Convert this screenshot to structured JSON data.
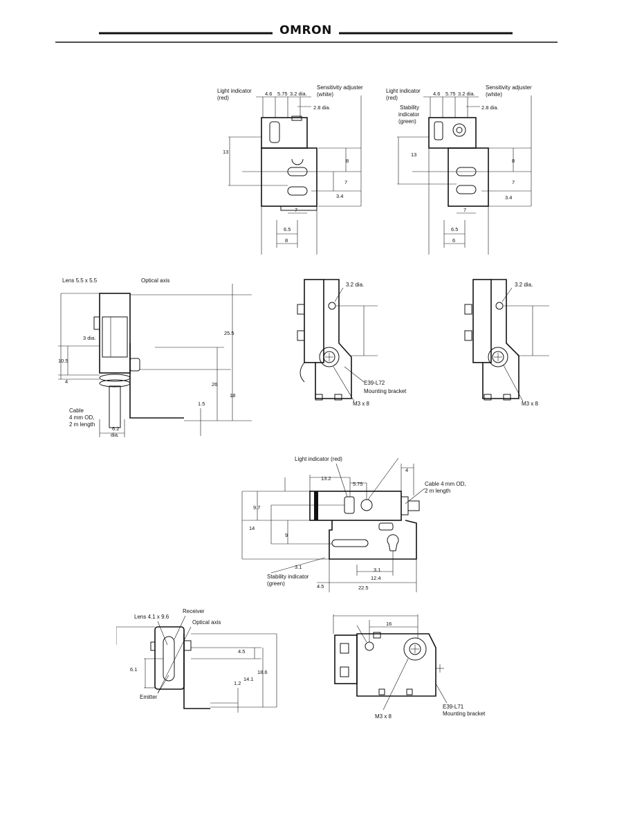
{
  "header": {
    "logo": "OMRON"
  },
  "drawing1": {
    "labels": {
      "light_indicator": "Light indicator",
      "light_indicator_color": "(red)",
      "sens_adj": "Sensitivity adjuster",
      "sens_adj_color": "(white)",
      "d46": "4.6",
      "d575": "5.75",
      "d32": "3.2 dia.",
      "d28": "2.8 dia.",
      "d13": "13",
      "d8": "8",
      "d7": "7",
      "d34": "3.4",
      "d7b": "7",
      "d65": "6.5",
      "d8b": "8"
    }
  },
  "drawing2": {
    "labels": {
      "light_indicator": "Light indicator",
      "light_indicator_color": "(red)",
      "stability": "Stability",
      "indicator": "indicator",
      "stability_color": "(green)",
      "sens_adj": "Sensitivity adjuster",
      "sens_adj_color": "(white)",
      "d46": "4.6",
      "d575": "5.75",
      "d32": "3.2 dia.",
      "d28": "2.8 dia.",
      "d13": "13",
      "d8": "8",
      "d7": "7",
      "d34": "3.4",
      "d7b": "7",
      "d65": "6.5",
      "d6": "6"
    }
  },
  "drawing3": {
    "labels": {
      "lens": "Lens 5.5 x 5.5",
      "optical_axis": "Optical axis",
      "d3dia": "3 dia.",
      "d105": "10.5",
      "d4": "4",
      "d255": "25.5",
      "d26": "26",
      "d18": "18",
      "d15": "1.5",
      "cable1": "Cable",
      "cable2": "4 mm OD,",
      "cable3": "2 m length",
      "d62": "6.2",
      "d62b": "dia."
    }
  },
  "drawing4": {
    "labels": {
      "d32": "3.2 dia.",
      "bracket1": "E39-L72",
      "bracket2": "Mounting bracket",
      "screw": "M3 x 8"
    }
  },
  "drawing5": {
    "labels": {
      "d32": "3.2 dia.",
      "screw": "M3 x 8"
    }
  },
  "drawing6": {
    "labels": {
      "light_indicator": "Light indicator (red)",
      "d132": "13.2",
      "d575": "5.75",
      "d4": "4",
      "cable1": "Cable 4 mm OD,",
      "cable2": "2 m length",
      "d97": "9.7",
      "d14": "14",
      "d9": "9",
      "d31": "3.1",
      "d31b": "3.1",
      "d124": "12.4",
      "stability1": "Stability indicator",
      "stability2": "(green)",
      "d45": "4.5",
      "d225": "22.5"
    }
  },
  "drawing7": {
    "labels": {
      "lens": "Lens 4.1 x 9.6",
      "receiver": "Receiver",
      "optical_axis": "Optical axis",
      "d45": "4.5",
      "d61": "6.1",
      "d186": "18.6",
      "d141": "14.1",
      "d12": "1.2",
      "emitter": "Emitter"
    }
  },
  "drawing8": {
    "labels": {
      "d16": "16",
      "screw": "M3 x 8",
      "bracket1": "E39-L71",
      "bracket2": "Mounting bracket"
    }
  }
}
